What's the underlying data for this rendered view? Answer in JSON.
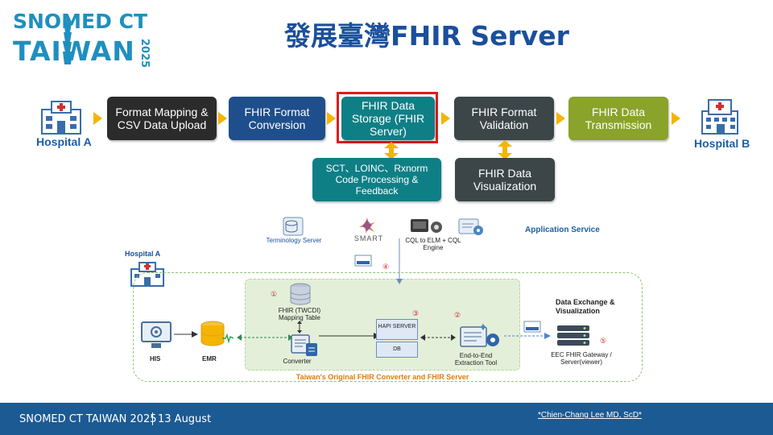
{
  "logo": {
    "line1": "SNOMED CT",
    "line2": "TAIWAN",
    "year": "2025"
  },
  "title": "發展臺灣FHIR Server",
  "pipeline": {
    "hospital_a": "Hospital A",
    "hospital_b": "Hospital B",
    "steps": [
      "Format Mapping & CSV Data Upload",
      "FHIR Format Conversion",
      "FHIR Data Storage (FHIR Server)",
      "FHIR Format Validation",
      "FHIR Data Transmission"
    ],
    "sub_storage": "SCT、LOINC、Rxnorm Code Processing & Feedback",
    "sub_validation": "FHIR Data Visualization"
  },
  "colors": {
    "dark": "#2b2b2b",
    "blue": "#1f4e8c",
    "teal": "#0f7f86",
    "darkgray": "#3c4648",
    "green": "#8aa32b",
    "arrow": "#f5b400",
    "highlight": "#e01b1b"
  },
  "diagram": {
    "terminology_server": "Terminology Server",
    "smart": "SMART",
    "cql": "CQL to ELM + CQL Engine",
    "application_service": "Application Service",
    "hospital_a": "Hospital A",
    "mapping_table": "FHIR (TWCDI)  Mapping Table",
    "his": "HIS",
    "emr": "EMR",
    "converter": "Converter",
    "hapi_server": "HAPI SERVER",
    "db": "DB",
    "extraction_tool": "End-to-End Extraction Tool",
    "data_exchange": "Data Exchange & Visualization",
    "gateway": "EEC FHIR Gateway / Server(viewer)",
    "container_caption": "Taiwan's Original FHIR Converter and FHIR Server",
    "step_numbers": [
      "①",
      "②",
      "③",
      "④",
      "⑤"
    ]
  },
  "footer": {
    "left": "SNOMED CT  TAIWAN 2025",
    "date": "13 August",
    "credit": "*Chien-Chang Lee MD, ScD*"
  }
}
